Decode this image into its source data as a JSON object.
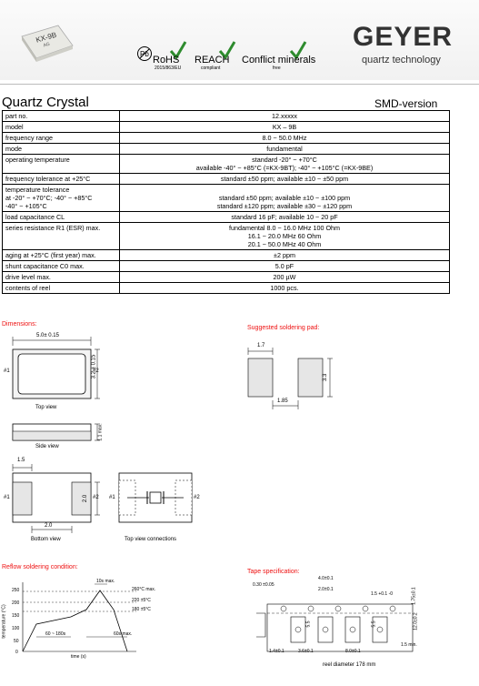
{
  "header": {
    "component_marking": "KX-9B",
    "component_marking_sub": "AG",
    "pb_symbol": "Pb",
    "rohs": "RoHS",
    "rohs_sub": "2015/863/EU",
    "reach": "REACH",
    "reach_sub": "compliant",
    "conflict": "Conflict minerals",
    "conflict_sub": "free",
    "brand": "GEYER",
    "brand_sub": "quartz technology"
  },
  "title": "Quartz Crystal",
  "version": "SMD-version",
  "spec": [
    {
      "k": [
        "part no."
      ],
      "v": [
        "12.xxxxx"
      ]
    },
    {
      "k": [
        "model"
      ],
      "v": [
        "KX – 9B"
      ]
    },
    {
      "k": [
        "frequency range"
      ],
      "v": [
        "8.0 ~ 50.0 MHz"
      ]
    },
    {
      "k": [
        "mode"
      ],
      "v": [
        "fundamental"
      ]
    },
    {
      "k": [
        "operating temperature"
      ],
      "v": [
        "standard -20° ~ +70°C",
        "available -40° ~ +85°C (=KX-9BT); -40° ~ +105°C (=KX-9BE)"
      ]
    },
    {
      "k": [
        "frequency tolerance at +25°C"
      ],
      "v": [
        "standard ±50 ppm; available ±10 ~ ±50 ppm"
      ]
    },
    {
      "k": [
        "temperature tolerance",
        "at -20° ~ +70°C; -40° ~ +85°C",
        "-40° ~ +105°C"
      ],
      "v": [
        "",
        "standard ±50 ppm; available ±10 ~ ±100 ppm",
        "standard ±120 ppm; available ±30 ~ ±120 ppm"
      ]
    },
    {
      "k": [
        "load capacitance CL"
      ],
      "v": [
        "standard 16 pF; available 10 ~ 20 pF"
      ]
    },
    {
      "k": [
        "series resistance R1 (ESR) max."
      ],
      "v": [
        "fundamental 8.0 ~ 16.0 MHz 100 Ohm",
        "16.1 ~ 20.0 MHz 60 Ohm",
        "20.1 ~ 50.0 MHz 40 Ohm"
      ]
    },
    {
      "k": [
        "aging at +25°C (first year) max."
      ],
      "v": [
        "±2 ppm"
      ]
    },
    {
      "k": [
        "shunt capacitance C0 max."
      ],
      "v": [
        "5.0 pF"
      ]
    },
    {
      "k": [
        "drive level max."
      ],
      "v": [
        "200 µW"
      ]
    },
    {
      "k": [
        "contents of reel"
      ],
      "v": [
        "1000 pcs."
      ]
    }
  ],
  "dimensions": {
    "title": "Dimensions:",
    "width": "5.0± 0.15",
    "height": "3.2 ± 0.15",
    "pin1": "#1",
    "pin2": "#2",
    "top_view": "Top view",
    "side_view": "Side view",
    "side_h": "1.1 max.",
    "pad_w": "1.5",
    "pad_h": "2.0",
    "pad_gap": "2.0",
    "bottom_view": "Bottom view",
    "conn_view": "Top view connections"
  },
  "soldering_pad": {
    "title": "Suggested soldering pad:",
    "w": "1.7",
    "h": "3.3",
    "gap": "1.85"
  },
  "reflow": {
    "title": "Reflow soldering condition:",
    "ylabel": "temperature (°C)",
    "xlabel": "time (s)",
    "yticks": [
      "250",
      "200",
      "150",
      "100",
      "50",
      "0"
    ],
    "peak": "260°C max.",
    "t220": "220 ±5°C",
    "t180": "180 ±5°C",
    "t10s": "10s max.",
    "preheat": "60 ~ 180s",
    "liquid": "60s max."
  },
  "tape": {
    "title": "Tape specification:",
    "d1": "0.30 ±0.05",
    "d2": "4.0±0.1",
    "d3": "2.0±0.1",
    "d4": "1.5 +0.1 -0",
    "d5": "1.75±0.1",
    "d6": "5.5",
    "d7": "12.0±0.2",
    "d8": "1.5 min.",
    "d9": "5.5",
    "d10": "1.4±0.1",
    "d11": "3.6±0.1",
    "d12": "8.0±0.1",
    "reel": "reel diameter 178 mm"
  }
}
